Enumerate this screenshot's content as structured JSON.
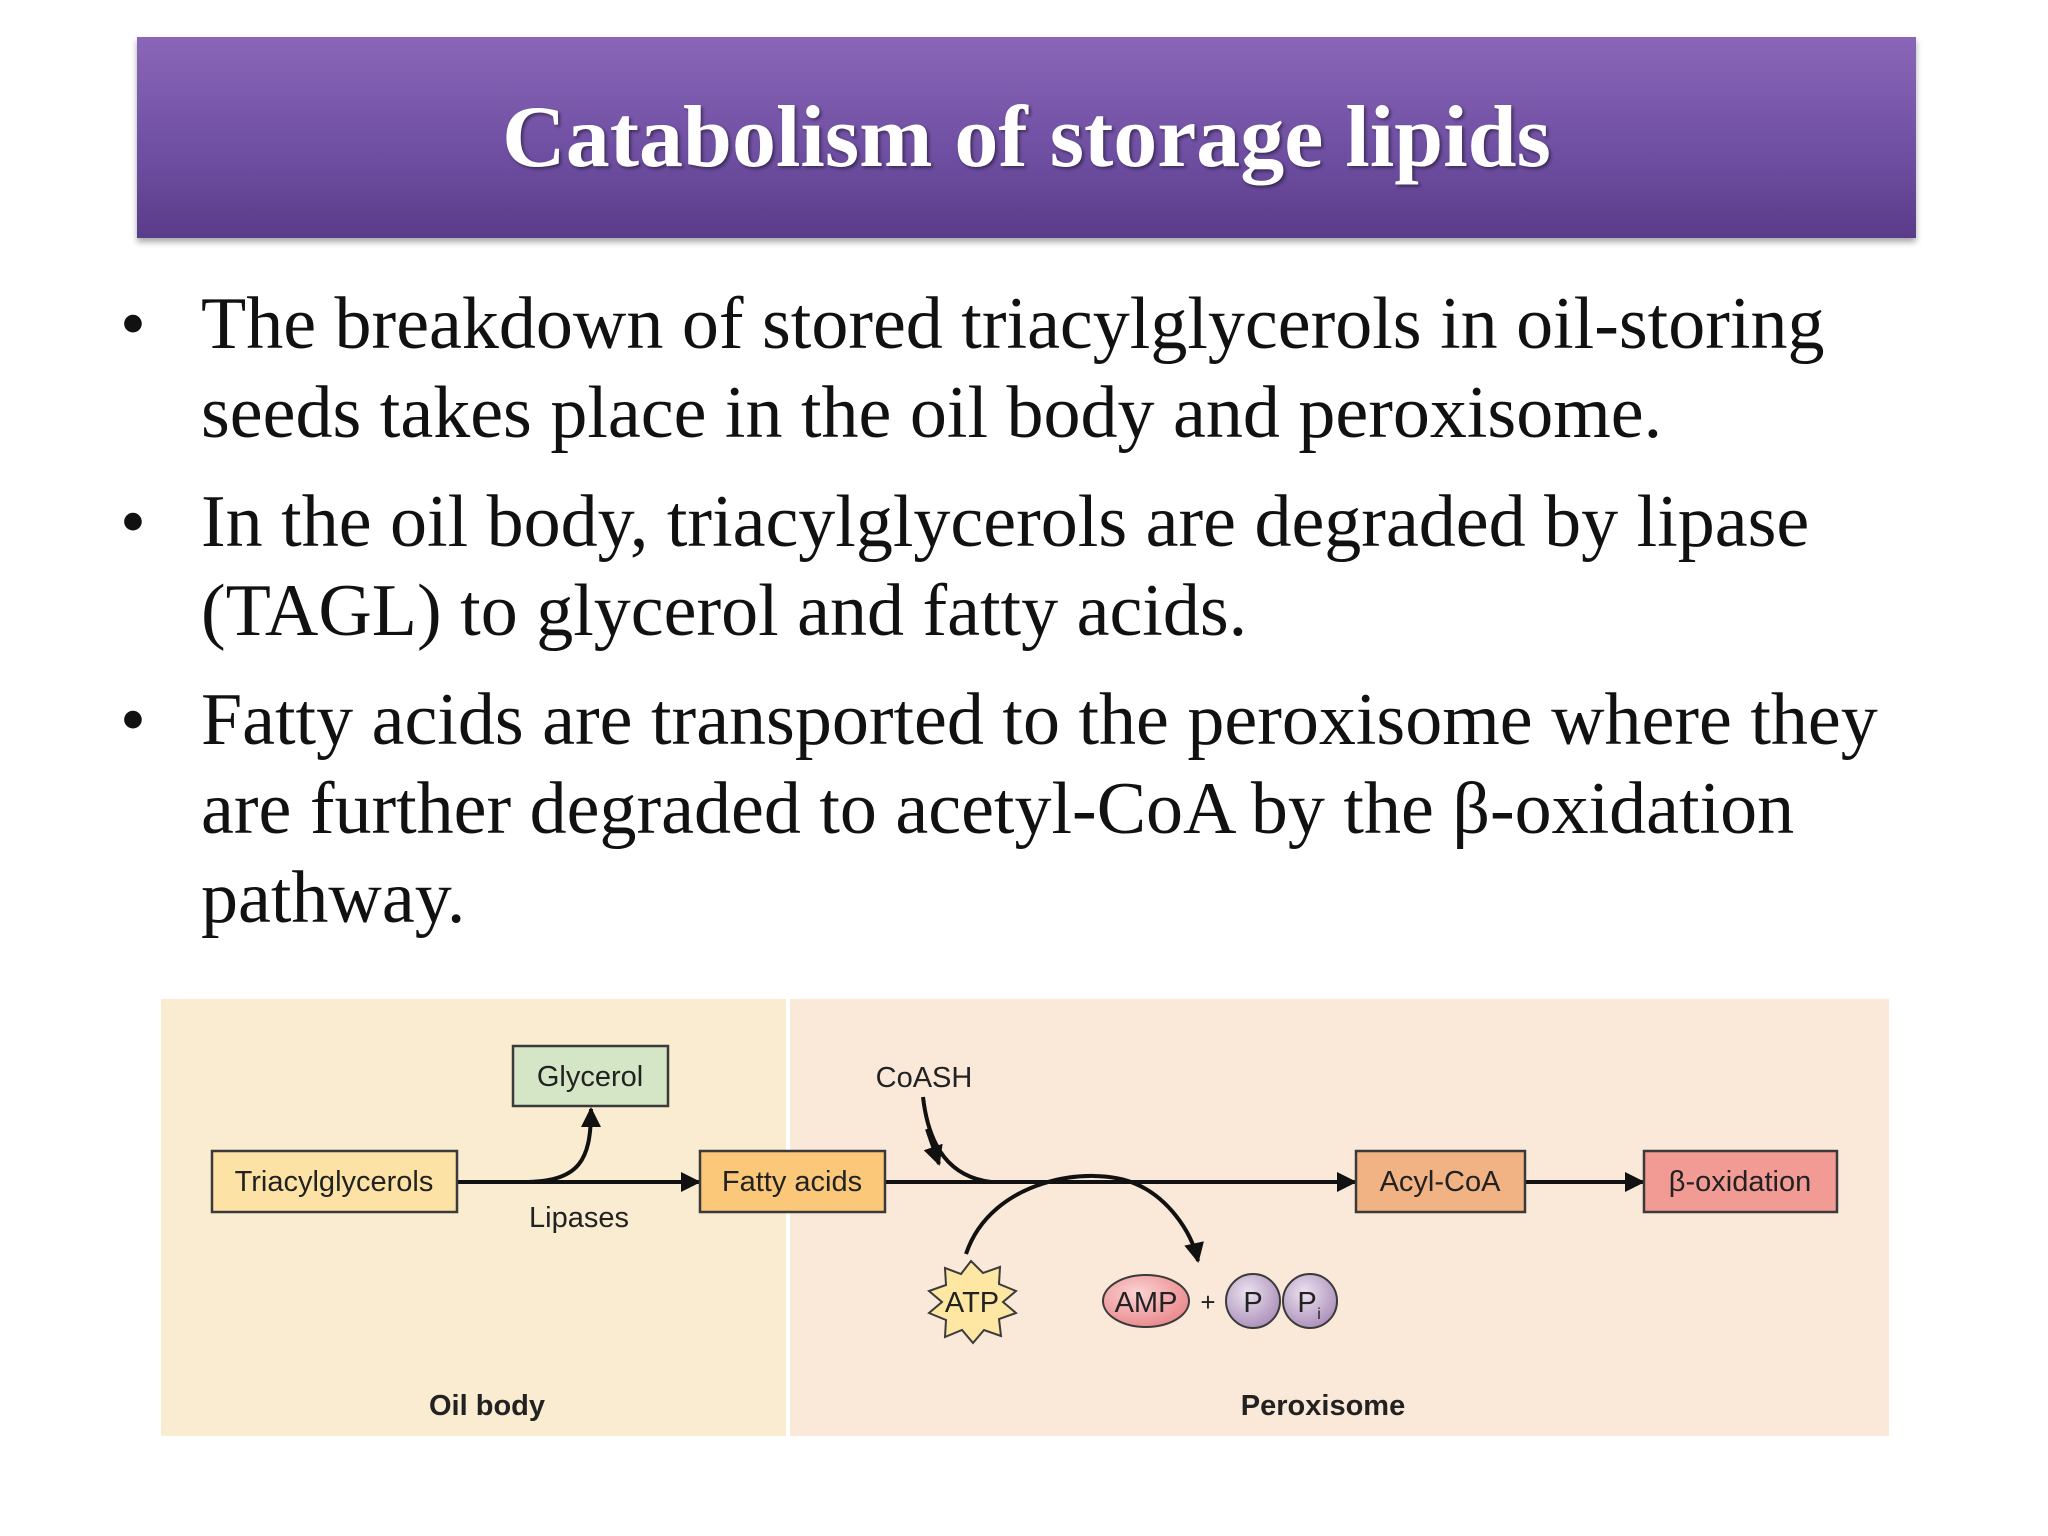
{
  "slide": {
    "title": "Catabolism of storage lipids",
    "bullet_symbol": "•",
    "bullets": [
      {
        "lines": [
          "The breakdown of stored triacylglycerols in oil-storing",
          "seeds takes place in the oil body and peroxisome."
        ]
      },
      {
        "lines": [
          "In the oil body, triacylglycerols are degraded by lipase",
          "(TAGL) to glycerol and fatty acids."
        ]
      },
      {
        "lines": [
          "Fatty acids are transported to the peroxisome where they",
          "are further degraded to acetyl-CoA by the β-oxidation",
          "pathway."
        ]
      }
    ]
  },
  "diagram": {
    "regions": {
      "oil_body": "Oil body",
      "peroxisome": "Peroxisome"
    },
    "nodes": {
      "triacylglycerols": "Triacylglycerols",
      "glycerol": "Glycerol",
      "fatty_acids": "Fatty acids",
      "acyl_coa": "Acyl-CoA",
      "beta_oxidation": "β-oxidation"
    },
    "labels": {
      "lipases": "Lipases",
      "coash": "CoASH",
      "atp": "ATP",
      "amp": "AMP",
      "plus": "+",
      "p": "P",
      "pi": "P",
      "pi_sub": "i"
    },
    "colors": {
      "title_bar": "#7353a6",
      "oil_body_bg": "#faecd0",
      "peroxisome_bg": "#fae8d8",
      "triacylglycerols_fill": "#fde2a6",
      "glycerol_fill": "#d5e6c6",
      "fatty_acids_fill": "#fbc87a",
      "acyl_coa_fill": "#f1b383",
      "beta_oxidation_fill": "#f29b95",
      "atp_fill": "#fde7a3",
      "amp_fill": "#f2a5a7",
      "phosphate_fill": "#c7b2cf"
    }
  }
}
